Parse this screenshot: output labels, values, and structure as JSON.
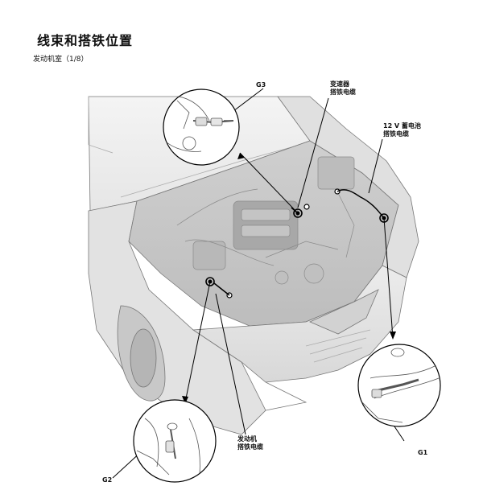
{
  "page": {
    "title": "线束和搭铁位置",
    "subtitle": "发动机室（1/8）"
  },
  "callouts": {
    "g3": "G3",
    "transmission_line1": "变速器",
    "transmission_line2": "搭铁电缆",
    "battery_line1": "12 V 蓄电池",
    "battery_line2": "搭铁电缆",
    "engine_line1": "发动机",
    "engine_line2": "搭铁电缆",
    "g1": "G1",
    "g2": "G2"
  }
}
